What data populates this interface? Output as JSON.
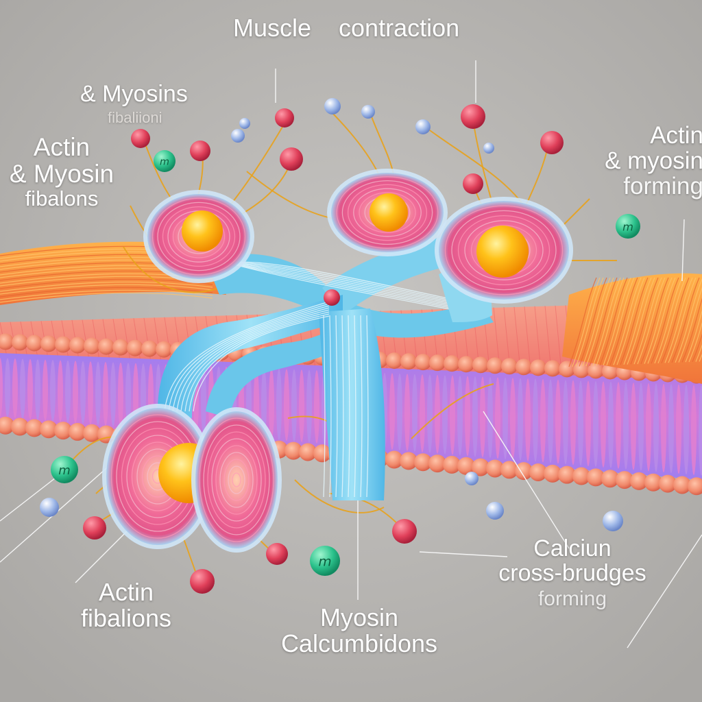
{
  "title": "Muscle    contraction",
  "labels": {
    "top_left": {
      "line1": "& Myosins",
      "line2": "fibaliioni"
    },
    "left": {
      "line1": "Actin",
      "line2": "& Myosin",
      "line3": "fibalons"
    },
    "right": {
      "line1": "Actin",
      "line2": "& myosin",
      "line3": "forming"
    },
    "bottom_left": {
      "line1": "Actin",
      "line2": "fibalions"
    },
    "bottom_center": {
      "line1": "Myosin",
      "line2": "Calcumbidons"
    },
    "bottom_right": {
      "line1": "Calciun",
      "line2": "cross-brudges",
      "line3": "forming"
    }
  },
  "molecule_marks": [
    "m",
    "m",
    "m",
    "m"
  ],
  "colors": {
    "background": "#b3b1ae",
    "membrane_head": "#f0886a",
    "membrane_tail": "#b47de0",
    "fiber_orange": "#f39a45",
    "myosin_blue": "#5cc3e6",
    "calcium_yellow": "#ffc21a",
    "ion_red": "#e0405a",
    "ion_green": "#2cc28c"
  }
}
